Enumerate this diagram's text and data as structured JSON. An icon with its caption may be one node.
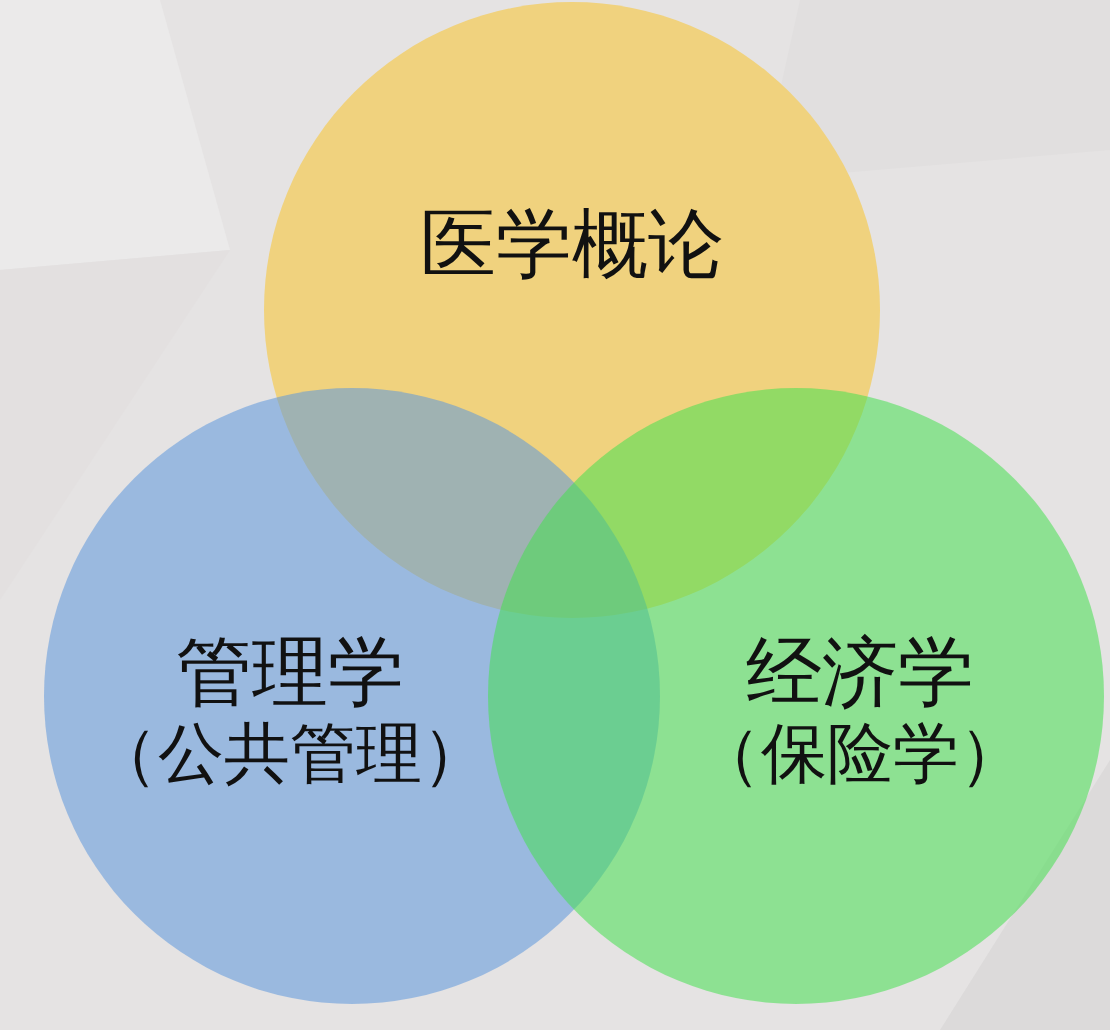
{
  "diagram": {
    "nodes": [
      {
        "text": [
          "医学概论"
        ]
      },
      {
        "text": [
          "管理学",
          "（公共管理）"
        ]
      },
      {
        "text": [
          "经济学",
          "（保险学）"
        ]
      }
    ]
  }
}
